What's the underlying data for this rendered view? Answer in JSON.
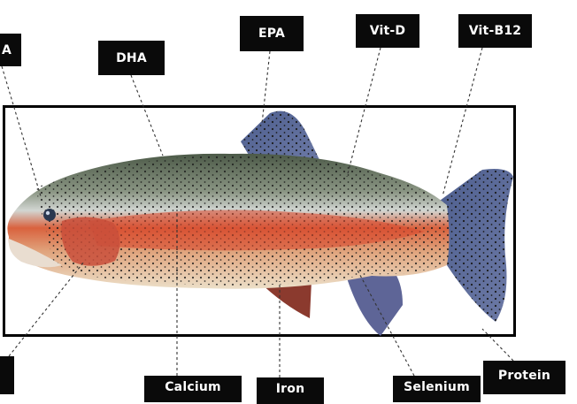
{
  "labels": {
    "a": "A",
    "dha": "DHA",
    "epa": "EPA",
    "vit_d": "Vit-D",
    "vit_b12": "Vit-B12",
    "calcium": "Calcium",
    "iron": "Iron",
    "selenium": "Selenium",
    "protein": "Protein",
    "bottom_left": ""
  },
  "colors": {
    "label_bg": "#0a0a0a",
    "label_text": "#ffffff",
    "frame": "#000000",
    "fish_back": "#6b7a6a",
    "fish_stripe": "#d9583a",
    "fish_belly": "#e8dcc6",
    "fin": "#5a6fa0"
  },
  "icons": [
    "rainbow-trout-illustration"
  ]
}
